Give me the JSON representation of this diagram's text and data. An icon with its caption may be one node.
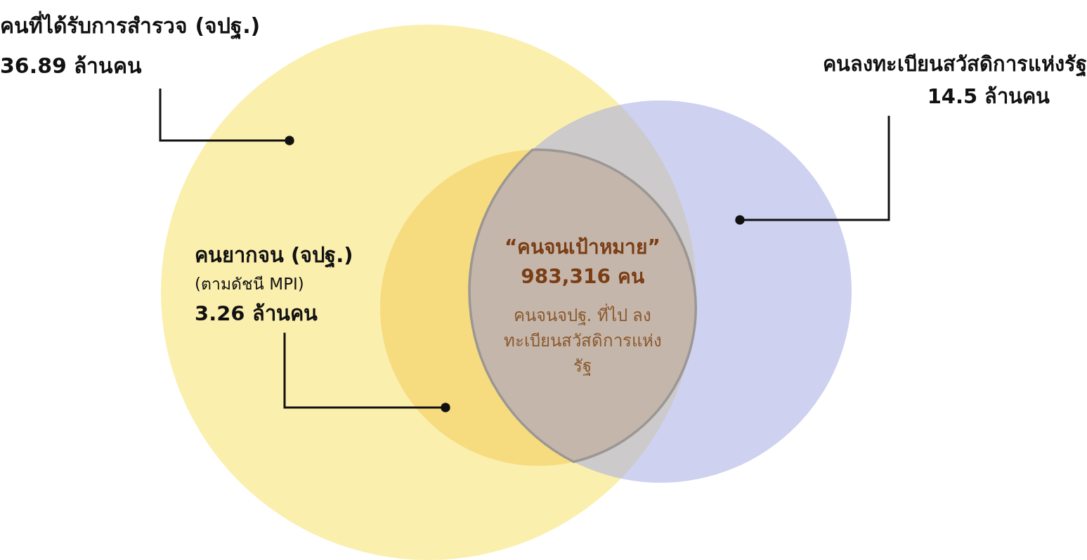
{
  "diagram": {
    "nodes": [
      {
        "text": [
          "คนที่ได้รับการสำรวจ (จปฐ.)",
          "36.89 ล้านคน"
        ]
      },
      {
        "text": [],
        "shape": "circle"
      },
      {
        "text": [],
        "shape": "circle",
        "in": 1
      },
      {
        "text": [],
        "shape": "circle"
      },
      {
        "text": [
          "คนยากจน (จปฐ.)",
          "(ตามดัชนี MPI)",
          "3.26 ล้านคน"
        ],
        "in": 1
      },
      {
        "text": [
          "คนลงทะเบียนสวัสดิการแห่งรัฐ",
          "14.5 ล้านคน"
        ]
      },
      {
        "text": [
          "“คนจนเป้าหมาย”",
          "983,316 คน",
          "คนจนจปฐ. ที่ไป ลงทะเบียนสวัสดิการแห่งรัฐ"
        ]
      }
    ],
    "edges": [
      {
        "from": 0,
        "to": 1,
        "arrow": "other"
      },
      {
        "from": 4,
        "to": 2,
        "arrow": "other"
      },
      {
        "from": 5,
        "to": 3,
        "arrow": "other"
      }
    ]
  }
}
